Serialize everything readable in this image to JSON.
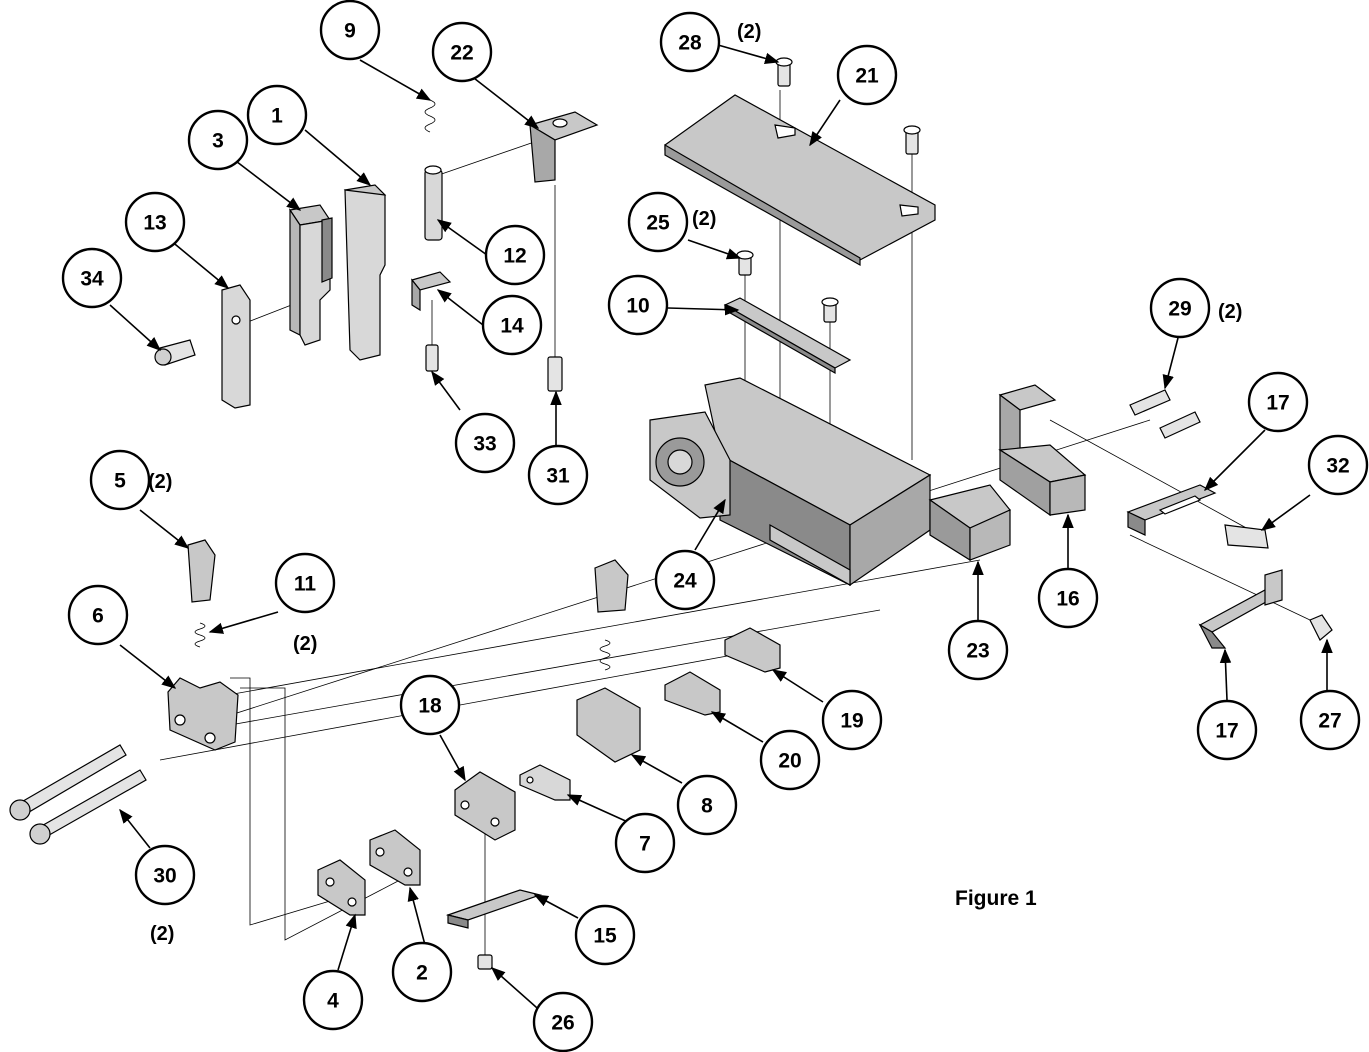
{
  "figure_label": "Figure 1",
  "callouts": [
    {
      "id": "c1",
      "label": "1"
    },
    {
      "id": "c2",
      "label": "2"
    },
    {
      "id": "c3",
      "label": "3"
    },
    {
      "id": "c4",
      "label": "4"
    },
    {
      "id": "c5",
      "label": "5",
      "qty": "(2)"
    },
    {
      "id": "c6",
      "label": "6"
    },
    {
      "id": "c7",
      "label": "7"
    },
    {
      "id": "c8",
      "label": "8"
    },
    {
      "id": "c9",
      "label": "9"
    },
    {
      "id": "c10",
      "label": "10"
    },
    {
      "id": "c11",
      "label": "11",
      "qty": "(2)"
    },
    {
      "id": "c12",
      "label": "12"
    },
    {
      "id": "c13",
      "label": "13"
    },
    {
      "id": "c14",
      "label": "14"
    },
    {
      "id": "c15",
      "label": "15"
    },
    {
      "id": "c16",
      "label": "16"
    },
    {
      "id": "c17a",
      "label": "17"
    },
    {
      "id": "c17b",
      "label": "17"
    },
    {
      "id": "c18",
      "label": "18"
    },
    {
      "id": "c19",
      "label": "19"
    },
    {
      "id": "c20",
      "label": "20"
    },
    {
      "id": "c21",
      "label": "21"
    },
    {
      "id": "c22",
      "label": "22"
    },
    {
      "id": "c23",
      "label": "23"
    },
    {
      "id": "c24",
      "label": "24"
    },
    {
      "id": "c25",
      "label": "25",
      "qty": "(2)"
    },
    {
      "id": "c26",
      "label": "26"
    },
    {
      "id": "c27",
      "label": "27"
    },
    {
      "id": "c28",
      "label": "28",
      "qty": "(2)"
    },
    {
      "id": "c29",
      "label": "29",
      "qty": "(2)"
    },
    {
      "id": "c30",
      "label": "30",
      "qty": "(2)"
    },
    {
      "id": "c31",
      "label": "31"
    },
    {
      "id": "c32",
      "label": "32"
    },
    {
      "id": "c33",
      "label": "33"
    },
    {
      "id": "c34",
      "label": "34"
    }
  ],
  "colors": {
    "ink": "#000000",
    "part_fill": "#c8c8c8",
    "part_dark": "#8a8a8a",
    "part_light": "#e4e4e4"
  }
}
